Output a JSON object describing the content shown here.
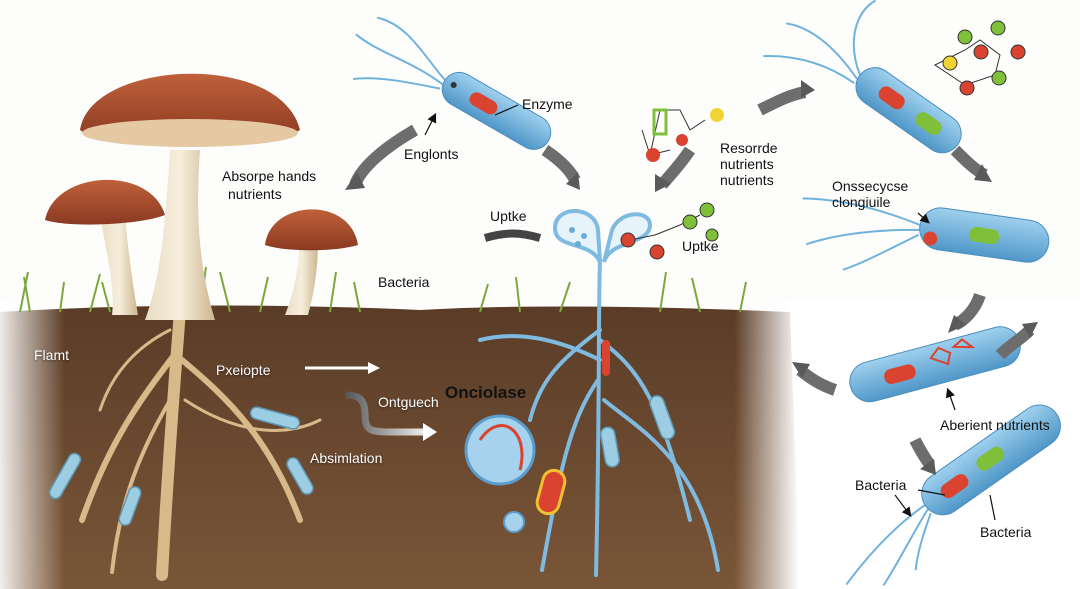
{
  "diagram": {
    "title": "Fungal–bacterial nutrient exchange in soil",
    "labels": {
      "enzyme": "Enzyme",
      "englonts": "Englonts",
      "absorbe_line1": "Absorpe hands",
      "absorbe_line2": "nutrients",
      "bacteria_top": "Bacteria",
      "uptake_left": "Uptke",
      "uptake_right": "Uptke",
      "resource_line1": "Resorrde",
      "resource_line2": "nutrients",
      "resource_line3": "nutrients",
      "onsecycse_line1": "Onssecycse",
      "onsecycse_line2": "clongiuile",
      "flamt": "Flamt",
      "pxeiopte": "Pxeiopte",
      "ontguech": "Ontguech",
      "onciolase": "Onciolase",
      "absimlation": "Absimlation",
      "aberient": "Aberient nutrients",
      "bacteria_lower_left": "Bacteria",
      "bacteria_lower_right": "Bacteria"
    },
    "colors": {
      "bacteria_body": "#6fb3dc",
      "enzyme_red": "#d9432f",
      "enzyme_green": "#7fbf3a",
      "nutrient_yellow": "#f1d334",
      "soil": "#6b4a33",
      "mushroom_cap": "#a8472a",
      "root": "#d9b98c",
      "arrow_gray": "#6d6d6d"
    }
  }
}
